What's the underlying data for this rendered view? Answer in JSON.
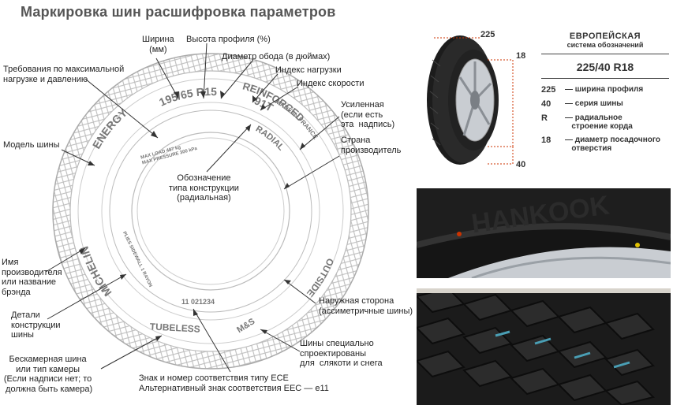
{
  "title": "Маркировка шин расшифровка параметров",
  "labels": {
    "width": "Ширина\n(мм)",
    "profile_height": "Высота профиля (%)",
    "rim_diameter": "Диаметр обода (в дюймах)",
    "load_index": "Индекс нагрузки",
    "speed_index": "Индекс скорости",
    "max_requirements": "Требования по максимальной\nнагрузке и давлению",
    "reinforced": "Усиленная\n(если есть\nэта  надпись)",
    "country": "Страна\nпроизводитель",
    "model": "Модель шины",
    "construction": "Обозначение\nтипа конструкции\n(радиальная)",
    "brand": "Имя\nпроизводителя\nили название\nбрэнда",
    "cord": "Детали\nконструкции\nшины",
    "outside": "Наружная сторона\n(ассиметричные шины)",
    "tubeless": "Бескамерная шина\nили тип камеры\n(Если надписи нет; то\n должна быть камера)",
    "ms": "Шины специально\nспроектированы\nдля  слякоти и снега",
    "ece": "Знак и номер соответствия типу ЕСЕ\nАльтернативный знак соответствия ЕЕС — e11"
  },
  "tyre_marks": {
    "size": "195/65 R15",
    "service": "91T",
    "radial": "RADIAL",
    "reinforced": "REINFORCED",
    "made_in": "MADE IN FRANCE",
    "energy": "ENERGY",
    "michelin": "MICHELIN",
    "outside": "OUTSIDE",
    "ms": "M&S",
    "tubeless": "TUBELESS",
    "ece_number": "11 021234",
    "max_load": "MAX LOAD 487 kg",
    "max_pressure": "MAX PRESSURE 300 kPa",
    "plies": "PLIES SIDEWALL 1 RAYON"
  },
  "eu": {
    "heading": "ЕВРОПЕЙСКАЯ",
    "subheading": "система обозначений",
    "code": "225/40 R18",
    "rows": [
      {
        "key": "225",
        "text": "— ширина профиля"
      },
      {
        "key": "40",
        "text": "— серия шины"
      },
      {
        "key": "R",
        "text": "— радиальное\n   строение корда"
      },
      {
        "key": "18",
        "text": "— диаметр посадочного\n   отверстия"
      }
    ],
    "dim_width": "225",
    "dim_rim": "18",
    "dim_series": "40"
  },
  "photos": {
    "sidewall_text": "HANKOOK",
    "colors": {
      "tyre": "#1a1a1a",
      "rim": "#c9cdd2",
      "label_red": "#cc3300",
      "tread_blue": "#4a9fb5"
    }
  }
}
